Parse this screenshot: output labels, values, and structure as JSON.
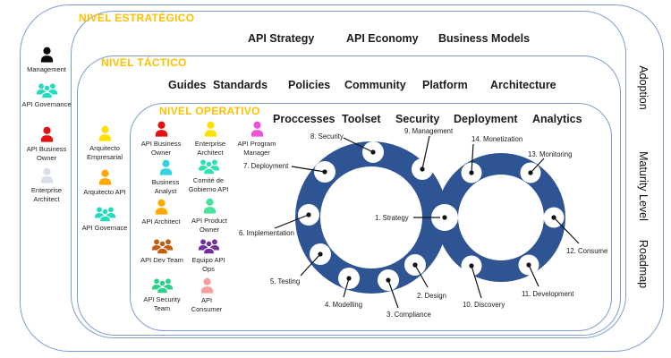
{
  "colors": {
    "frame": "#7e9cd4",
    "ring": "#2e5494",
    "title_yellow": "#ffc000",
    "text": "#1a1a1a"
  },
  "levels": {
    "estrategico": {
      "title": "NIVEL ESTRATÉGICO",
      "topics": [
        "API Strategy",
        "API Economy",
        "Business Models"
      ]
    },
    "tactico": {
      "title": "NIVEL TÁCTICO",
      "topics": [
        "Guides",
        "Standards",
        "Policies",
        "Community",
        "Platform",
        "Architecture"
      ]
    },
    "operativo": {
      "title": "NIVEL OPERATIVO",
      "topics": [
        "Proccesses",
        "Toolset",
        "Security",
        "Deployment",
        "Analytics"
      ]
    }
  },
  "side_labels": [
    "Adoption",
    "Maturity Level",
    "Roadmap"
  ],
  "strategic_roles": [
    {
      "label": "Management",
      "icon": "person",
      "color": "#0a0a0a"
    },
    {
      "label": "API Governance",
      "icon": "group",
      "color": "#23dcbe"
    },
    {
      "label": "API Business Owner",
      "icon": "person",
      "color": "#e31212"
    },
    {
      "label": "Enterprise Architect",
      "icon": "person",
      "color": "#d9dee8"
    }
  ],
  "tactical_roles": [
    {
      "label": "Arquitecto Empresarial",
      "icon": "person",
      "color": "#ffe100"
    },
    {
      "label": "Arquitecto API",
      "icon": "person",
      "color": "#ffa800"
    },
    {
      "label": "API Governace",
      "icon": "group",
      "color": "#23dcbe"
    }
  ],
  "operational_roles": [
    {
      "label": "API Business Owner",
      "icon": "person",
      "color": "#e31212"
    },
    {
      "label": "Enterprise Architect",
      "icon": "person",
      "color": "#ffe100"
    },
    {
      "label": "API Program Manager",
      "icon": "person",
      "color": "#f14fd8"
    },
    {
      "label": "Business Analyst",
      "icon": "person",
      "color": "#35d3e0"
    },
    {
      "label": "Comité de Gobierno API",
      "icon": "group",
      "color": "#2fe0b4"
    },
    {
      "label": "API Architect",
      "icon": "person",
      "color": "#ffa800"
    },
    {
      "label": "API Product Owner",
      "icon": "person",
      "color": "#47e29b"
    },
    {
      "label": "API Dev Team",
      "icon": "group",
      "color": "#c55a11"
    },
    {
      "label": "Equipo API Ops",
      "icon": "group",
      "color": "#7030a0"
    },
    {
      "label": "API Security Team",
      "icon": "group",
      "color": "#2bd089"
    },
    {
      "label": "API Consumer",
      "icon": "person",
      "color": "#f59f9f"
    }
  ],
  "lifecycle_stages": [
    "1. Strategy",
    "2. Design",
    "3. Compliance",
    "4. Modelling",
    "5. Testing",
    "6. Implementation",
    "7. Deployment",
    "8. Security",
    "9. Management",
    "10. Discovery",
    "11. Development",
    "12. Consume",
    "13. Monitoring",
    "14. Monetization"
  ]
}
